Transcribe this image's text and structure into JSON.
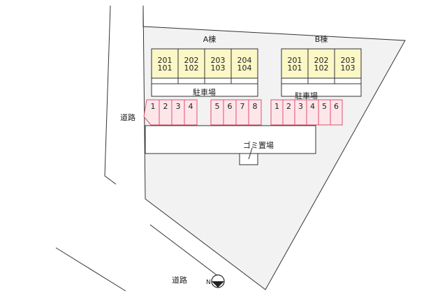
{
  "buildings": [
    {
      "label": "A棟",
      "units": [
        {
          "top": "201",
          "bottom": "101"
        },
        {
          "top": "202",
          "bottom": "102"
        },
        {
          "top": "203",
          "bottom": "103"
        },
        {
          "top": "204",
          "bottom": "104"
        }
      ]
    },
    {
      "label": "B棟",
      "units": [
        {
          "top": "201",
          "bottom": "101"
        },
        {
          "top": "202",
          "bottom": "102"
        },
        {
          "top": "203",
          "bottom": "103"
        }
      ]
    }
  ],
  "parking": {
    "labels": [
      "駐車場",
      "駐車場"
    ],
    "groups": [
      {
        "lots": [
          "1",
          "2",
          "3",
          "4"
        ]
      },
      {
        "lots": [
          "5",
          "6",
          "7",
          "8"
        ]
      },
      {
        "lots": [
          "1",
          "2",
          "3",
          "4",
          "5",
          "6"
        ]
      }
    ]
  },
  "garbage_label": "ゴミ置場",
  "roads": {
    "west_label": "道路",
    "south_label": "道路"
  },
  "compass": {
    "letter": "N"
  },
  "colors": {
    "lot_fill": "#f3f3f3",
    "unit_fill": "#fbf7c6",
    "parking_fill": "#fde6ea",
    "parking_stroke": "#e0506e",
    "line": "#333333"
  }
}
